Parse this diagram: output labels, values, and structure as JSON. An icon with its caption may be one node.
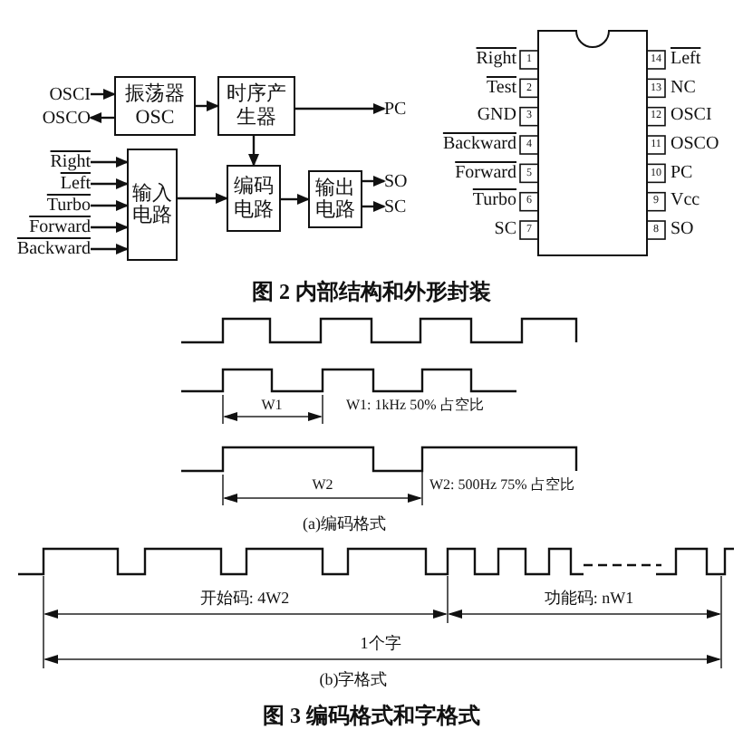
{
  "diagram": {
    "nodes": [
      {
        "text": [
          "OSCI"
        ]
      },
      {
        "text": [
          "OSCO"
        ]
      },
      {
        "text": [
          "振荡器 OSC"
        ]
      },
      {
        "text": [
          "时序产生器"
        ]
      },
      {
        "text": [
          "PC"
        ]
      },
      {
        "text": [
          "Right"
        ]
      },
      {
        "text": [
          "Left"
        ]
      },
      {
        "text": [
          "Turbo"
        ]
      },
      {
        "text": [
          "Forward"
        ]
      },
      {
        "text": [
          "Backward"
        ]
      },
      {
        "text": [
          "输入电路"
        ]
      },
      {
        "text": [
          "编码电路"
        ]
      },
      {
        "text": [
          "输出电路"
        ]
      },
      {
        "text": [
          "SO"
        ]
      },
      {
        "text": [
          "SC"
        ]
      }
    ],
    "edges": [
      {
        "from": 0,
        "to": 2,
        "arrow": "to"
      },
      {
        "from": 2,
        "to": 1,
        "arrow": "to"
      },
      {
        "from": 2,
        "to": 3,
        "arrow": "to"
      },
      {
        "from": 3,
        "to": 4,
        "arrow": "to"
      },
      {
        "from": 3,
        "to": 11,
        "arrow": "to"
      },
      {
        "from": 5,
        "to": 10,
        "arrow": "to"
      },
      {
        "from": 6,
        "to": 10,
        "arrow": "to"
      },
      {
        "from": 7,
        "to": 10,
        "arrow": "to"
      },
      {
        "from": 8,
        "to": 10,
        "arrow": "to"
      },
      {
        "from": 9,
        "to": 10,
        "arrow": "to"
      },
      {
        "from": 10,
        "to": 11,
        "arrow": "to"
      },
      {
        "from": 11,
        "to": 12,
        "arrow": "to"
      },
      {
        "from": 12,
        "to": 13,
        "arrow": "to"
      },
      {
        "from": 12,
        "to": 14,
        "arrow": "to"
      }
    ],
    "labels": [
      "Right",
      "1",
      "14",
      "Left",
      "Test",
      "2",
      "13",
      "NC",
      "GND",
      "3",
      "12",
      "OSCI",
      "Backward",
      "4",
      "11",
      "OSCO",
      "Forward",
      "5",
      "10",
      "PC",
      "Turbo",
      "6",
      "9",
      "Vcc",
      "SC",
      "7",
      "8",
      "SO",
      "图 2 内部结构和外形封装",
      "W1",
      "W1: 1kHz 50% 占空比",
      "W2",
      "W2: 500Hz 75% 占空比",
      "(a)编码格式",
      "开始码: 4W2",
      "功能码: nW1",
      "1个字",
      "(b)字格式",
      "图 3 编码格式和字格式"
    ]
  }
}
